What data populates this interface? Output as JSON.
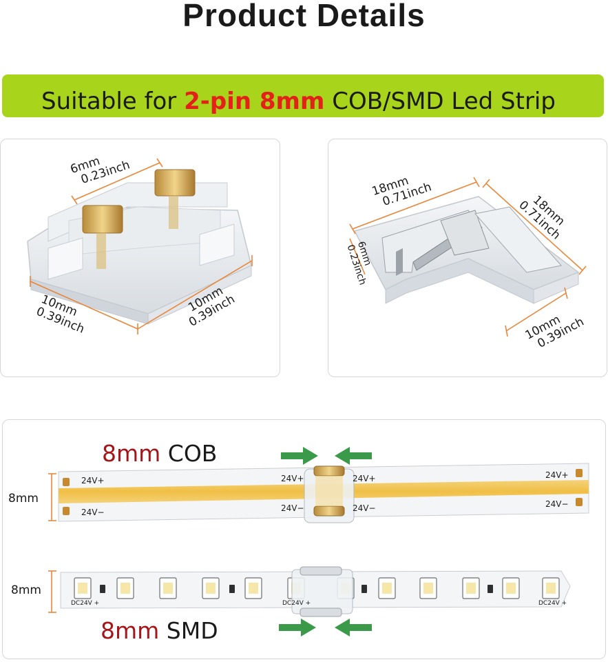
{
  "title": "Product Details",
  "banner": {
    "prefix": "Suitable for ",
    "highlight": "2-pin 8mm",
    "suffix": " COB/SMD Led Strip"
  },
  "straight_connector": {
    "top_mm": "6mm",
    "top_inch": "0.23inch",
    "left_mm": "10mm",
    "left_inch": "0.39inch",
    "right_mm": "10mm",
    "right_inch": "0.39inch"
  },
  "corner_connector": {
    "top_mm": "18mm",
    "top_inch": "0.71inch",
    "right_mm": "18mm",
    "right_inch": "0.71inch",
    "small_mm": "6mm",
    "small_inch": "0.23inch",
    "bottom_mm": "10mm",
    "bottom_inch": "0.39inch"
  },
  "cob": {
    "size": "8mm",
    "type": " COB",
    "width_label": "8mm",
    "pos_label": "24V+",
    "neg_label": "24V−"
  },
  "smd": {
    "size": "8mm",
    "type": " SMD",
    "width_label": "8mm",
    "dc_label": "DC24V +"
  },
  "colors": {
    "banner_green": "#a8d41c",
    "highlight_red": "#e32119",
    "dimension_orange": "#e8873a",
    "arrow_green": "#3a9a4a",
    "cob_yellow": "#f2c14a"
  }
}
